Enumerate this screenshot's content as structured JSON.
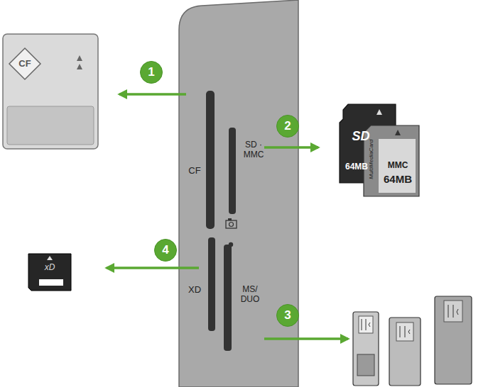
{
  "diagram": {
    "nodes": [
      {
        "text": [
          "1"
        ]
      },
      {
        "text": [
          "2"
        ]
      },
      {
        "text": [
          "3"
        ]
      },
      {
        "text": [
          "4"
        ]
      }
    ],
    "labels": [
      "CF",
      "SD · MMC",
      "MS/ DUO",
      "XD",
      "CF",
      "64MB",
      "SD",
      "MMC",
      "64MB",
      "MultiMediaCard",
      "xD"
    ]
  }
}
